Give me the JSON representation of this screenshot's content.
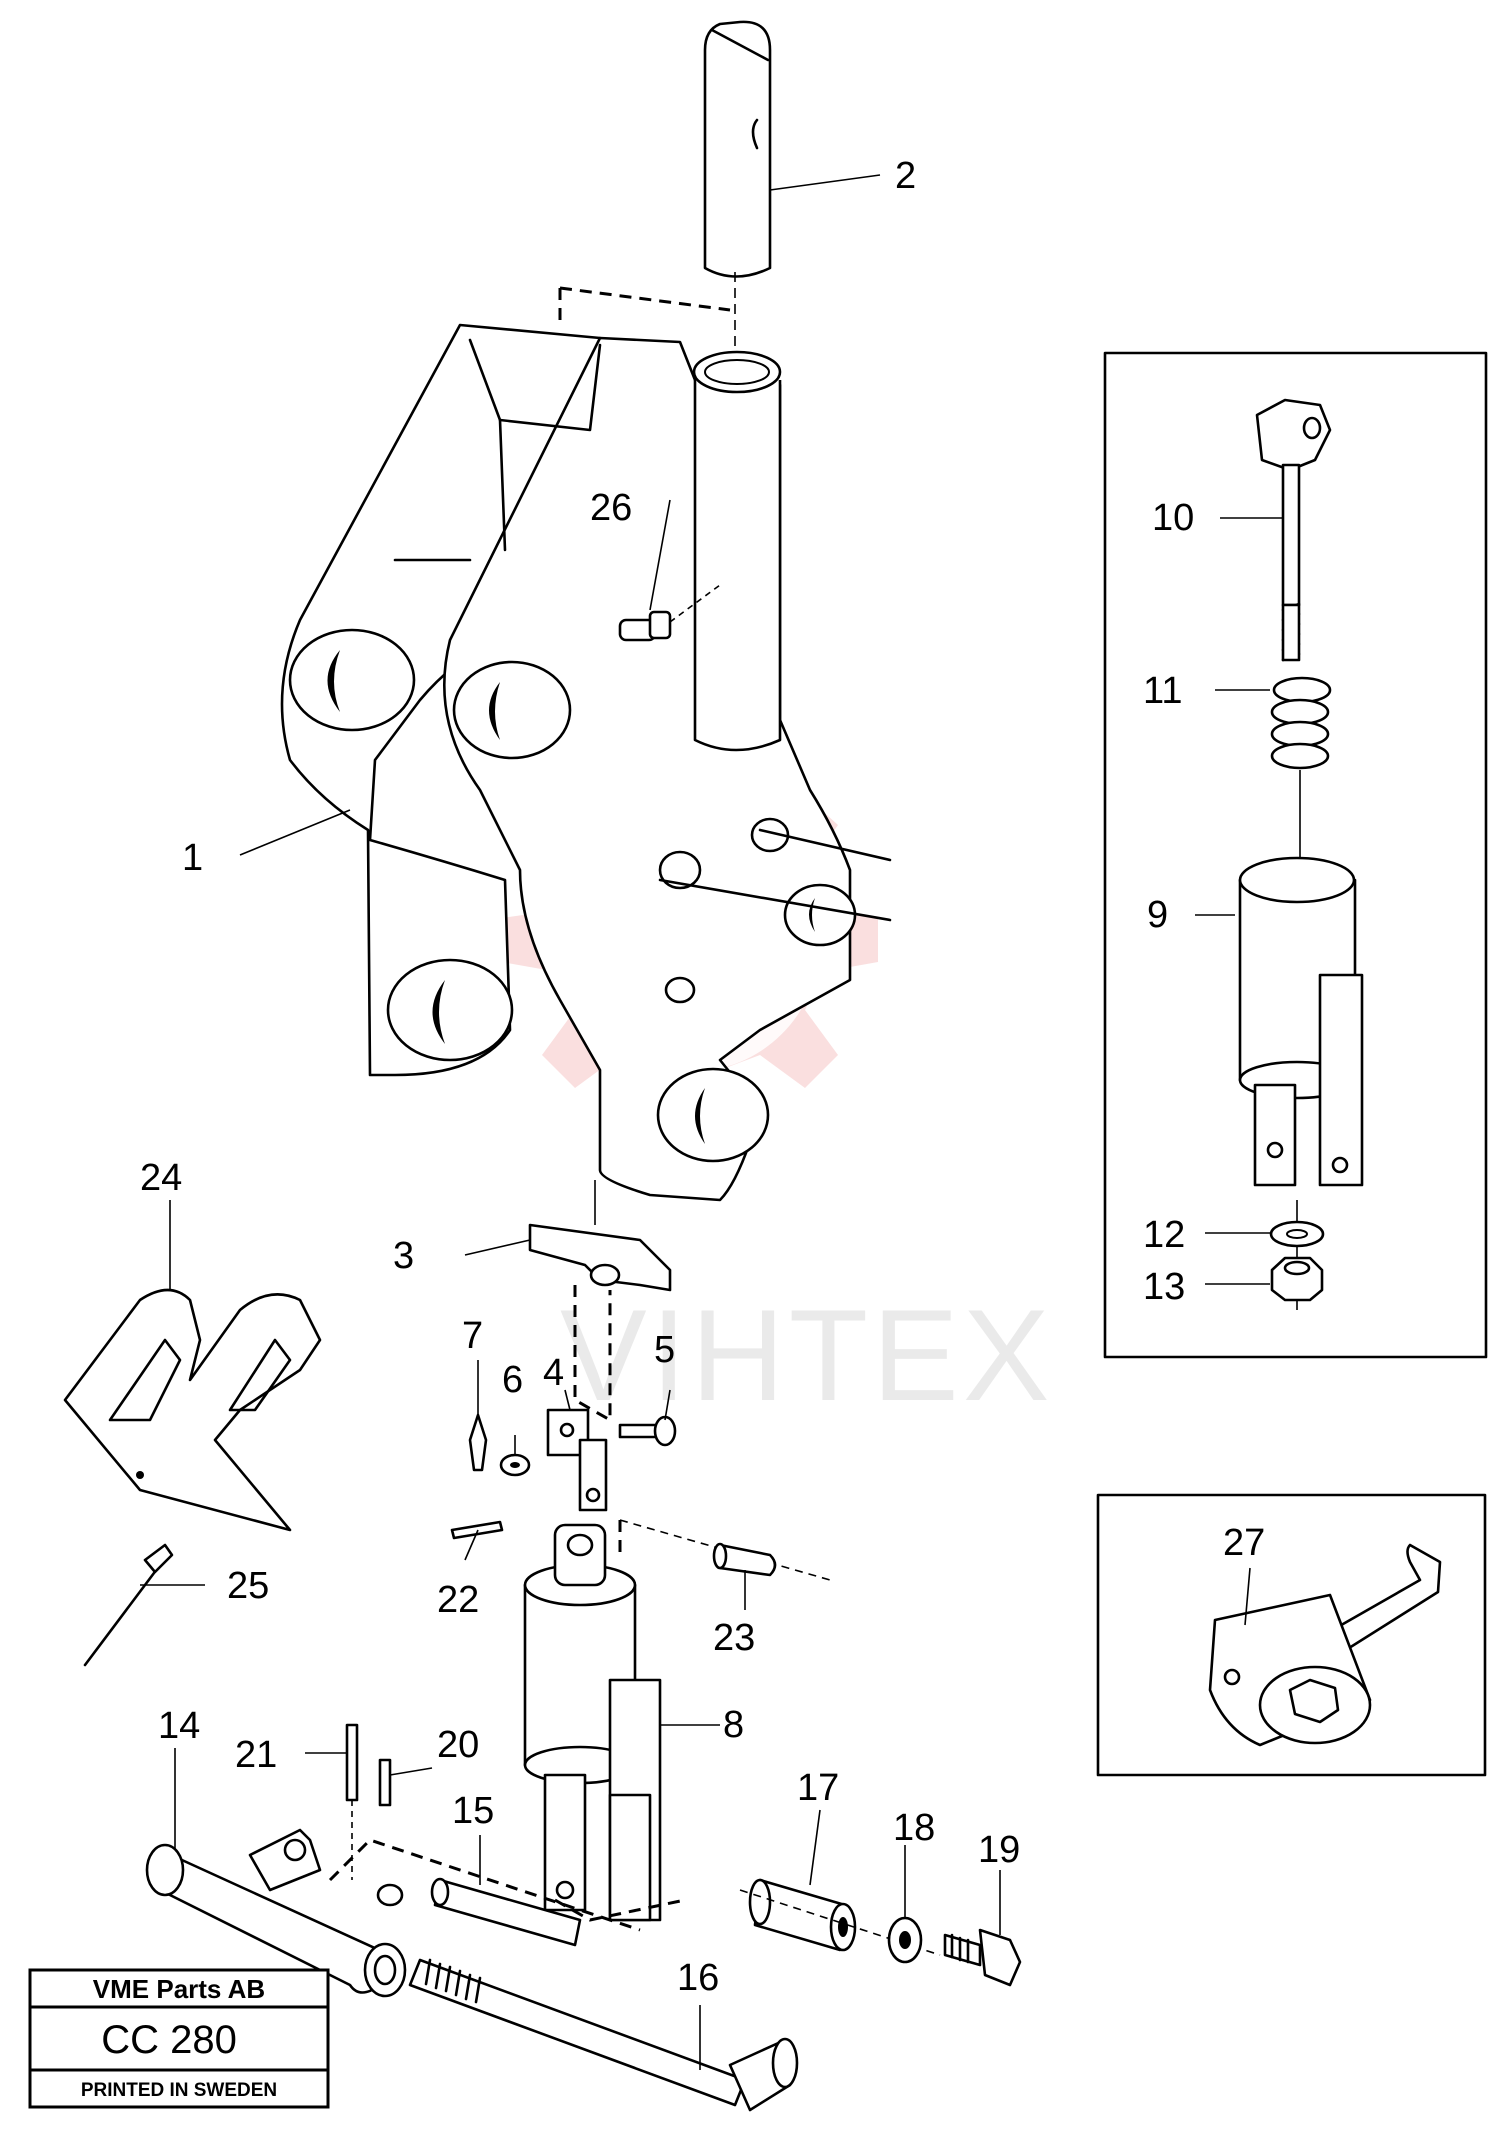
{
  "callouts": [
    {
      "id": "c1",
      "text": "1"
    },
    {
      "id": "c2",
      "text": "2"
    },
    {
      "id": "c3",
      "text": "3"
    },
    {
      "id": "c4",
      "text": "4"
    },
    {
      "id": "c5",
      "text": "5"
    },
    {
      "id": "c6",
      "text": "6"
    },
    {
      "id": "c7",
      "text": "7"
    },
    {
      "id": "c8",
      "text": "8"
    },
    {
      "id": "c9",
      "text": "9"
    },
    {
      "id": "c10",
      "text": "10"
    },
    {
      "id": "c11",
      "text": "11"
    },
    {
      "id": "c12",
      "text": "12"
    },
    {
      "id": "c13",
      "text": "13"
    },
    {
      "id": "c14",
      "text": "14"
    },
    {
      "id": "c15",
      "text": "15"
    },
    {
      "id": "c16",
      "text": "16"
    },
    {
      "id": "c17",
      "text": "17"
    },
    {
      "id": "c18",
      "text": "18"
    },
    {
      "id": "c19",
      "text": "19"
    },
    {
      "id": "c20",
      "text": "20"
    },
    {
      "id": "c21",
      "text": "21"
    },
    {
      "id": "c22",
      "text": "22"
    },
    {
      "id": "c23",
      "text": "23"
    },
    {
      "id": "c24",
      "text": "24"
    },
    {
      "id": "c25",
      "text": "25"
    },
    {
      "id": "c26",
      "text": "26"
    },
    {
      "id": "c27",
      "text": "27"
    }
  ],
  "stamp": {
    "company": "VME Parts AB",
    "code": "CC 280",
    "printed": "PRINTED IN SWEDEN"
  },
  "watermark": {
    "text": "VIHTEX",
    "gear_color": "#f6c4c4"
  }
}
